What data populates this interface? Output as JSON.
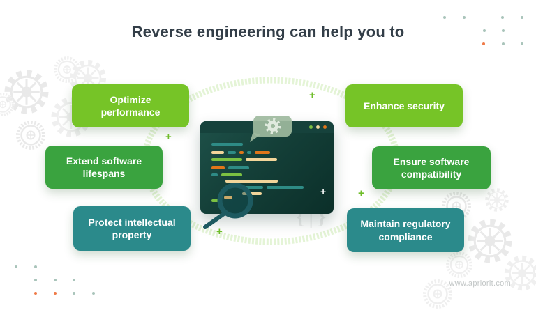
{
  "title": "Reverse engineering can help you to",
  "benefits": {
    "left": [
      {
        "label": "Optimize performance"
      },
      {
        "label": "Extend software lifespans"
      },
      {
        "label": "Protect intellectual property"
      }
    ],
    "right": [
      {
        "label": "Enhance security"
      },
      {
        "label": "Ensure software compatibility"
      },
      {
        "label": "Maintain regulatory compliance"
      }
    ]
  },
  "footer": {
    "website": "www.apriorit.com"
  },
  "glyphs": {
    "plus": "+",
    "brace_left": "{",
    "pipe": "|",
    "brace_right": "}"
  },
  "colors": {
    "bright_green": "#76c427",
    "medium_green": "#3aa33f",
    "teal": "#2b8a8b",
    "title_text": "#333e48",
    "accent_orange": "#ef7a48",
    "dot_teal": "#a9c4ba",
    "window_bar": "#16423c",
    "window_body_dark": "#0b2f29",
    "ellipse_green": "#dff2cf",
    "gear_gray": "#e9e9e9",
    "code_teal": "#2e8b85",
    "code_cream": "#f2d59a",
    "code_green": "#7cc142",
    "code_orange": "#e0761a",
    "url_gray": "#c2c6c6"
  },
  "illustration": {
    "window_dot_colors": [
      "#7cc142",
      "#f0d9a0",
      "#e0761a"
    ],
    "code_lines": [
      {
        "t": 31,
        "l": 16,
        "s": [
          [
            "teal",
            45
          ]
        ]
      },
      {
        "t": 43,
        "l": 16,
        "s": [
          [
            "cream",
            18
          ],
          [
            "teal",
            12
          ],
          [
            "orange",
            6
          ],
          [
            "teal",
            6
          ],
          [
            "orange",
            22
          ]
        ]
      },
      {
        "t": 53,
        "l": 16,
        "s": [
          [
            "green",
            44
          ],
          [
            "cream",
            45
          ]
        ]
      },
      {
        "t": 65,
        "l": 16,
        "s": [
          [
            "orange",
            19
          ],
          [
            "teal",
            30
          ]
        ]
      },
      {
        "t": 75,
        "l": 16,
        "s": [
          [
            "teal",
            9
          ],
          [
            "green",
            30
          ]
        ]
      },
      {
        "t": 84,
        "l": 36,
        "s": [
          [
            "cream",
            75
          ]
        ]
      },
      {
        "t": 93,
        "l": 58,
        "s": [
          [
            "teal",
            32
          ],
          [
            "teal",
            53
          ]
        ]
      },
      {
        "t": 102,
        "l": 60,
        "s": [
          [
            "cream",
            28
          ]
        ]
      },
      {
        "t": 112,
        "l": 16,
        "s": [
          [
            "green",
            10
          ]
        ]
      }
    ]
  }
}
